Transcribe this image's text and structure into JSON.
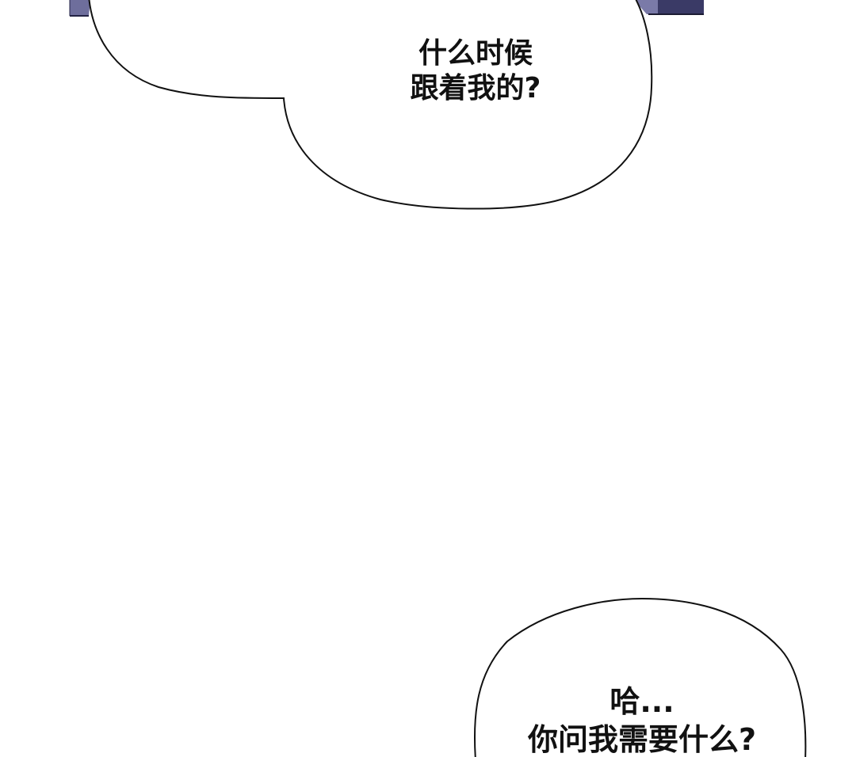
{
  "comic": {
    "panel_colors": {
      "background": "#ffffff",
      "top_strip_light": "#6e6e9c",
      "top_strip_dark": "#3a3a66",
      "bubble_fill": "#ffffff",
      "bubble_stroke": "#111111",
      "text": "#111111"
    },
    "bubbles": [
      {
        "lines": [
          "什么时候",
          "跟着我的?"
        ]
      },
      {
        "lines": [
          "哈...",
          "你问我需要什么?"
        ]
      }
    ]
  }
}
